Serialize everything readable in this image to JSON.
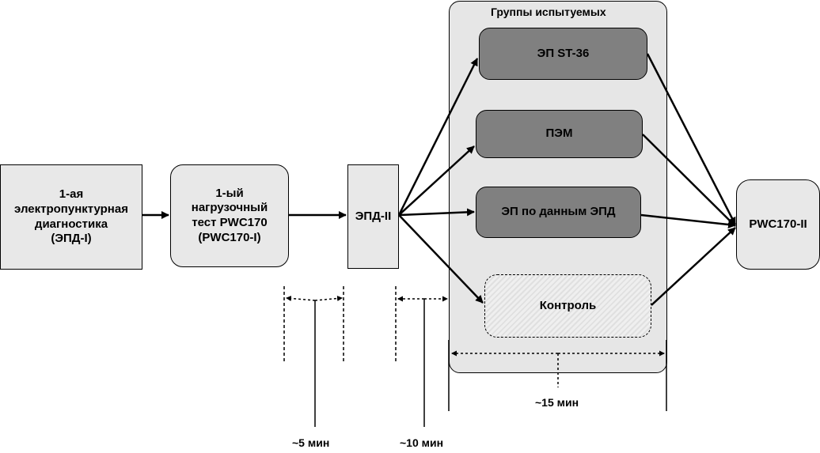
{
  "nodes": {
    "epd1": "1-ая\nэлектропунктурная\nдиагностика\n(ЭПД-I)",
    "pwc1": "1-ый\nнагрузочный\nтест PWC170\n(PWC170-I)",
    "epd2": "ЭПД-II",
    "group_title": "Группы испытуемых",
    "g1": "ЭП ST-36",
    "g2": "ПЭМ",
    "g3": "ЭП по данным ЭПД",
    "g4": "Контроль",
    "pwc2": "PWC170-II"
  },
  "intervals": {
    "t1": "~5 мин",
    "t2": "~10 мин",
    "t3": "~15 мин"
  }
}
